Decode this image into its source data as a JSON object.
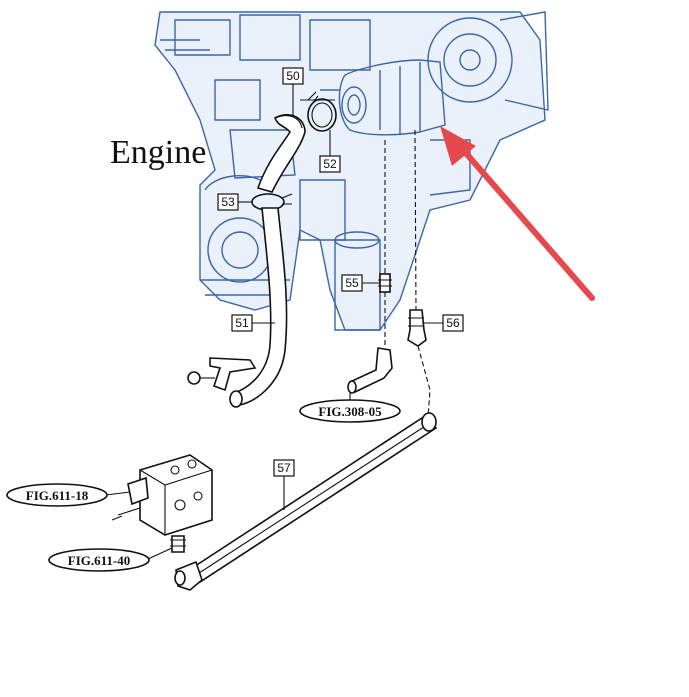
{
  "diagram": {
    "title": "Engine",
    "part_numbers": [
      "50",
      "51",
      "52",
      "53",
      "55",
      "56",
      "57"
    ],
    "figure_refs": [
      "FIG.308-05",
      "FIG.611-18",
      "FIG.611-40"
    ],
    "colors": {
      "engine_outline": "#3a66a8",
      "engine_fill": "#eaf1fb",
      "parts": "#111111",
      "arrow": "#e5484d"
    }
  }
}
